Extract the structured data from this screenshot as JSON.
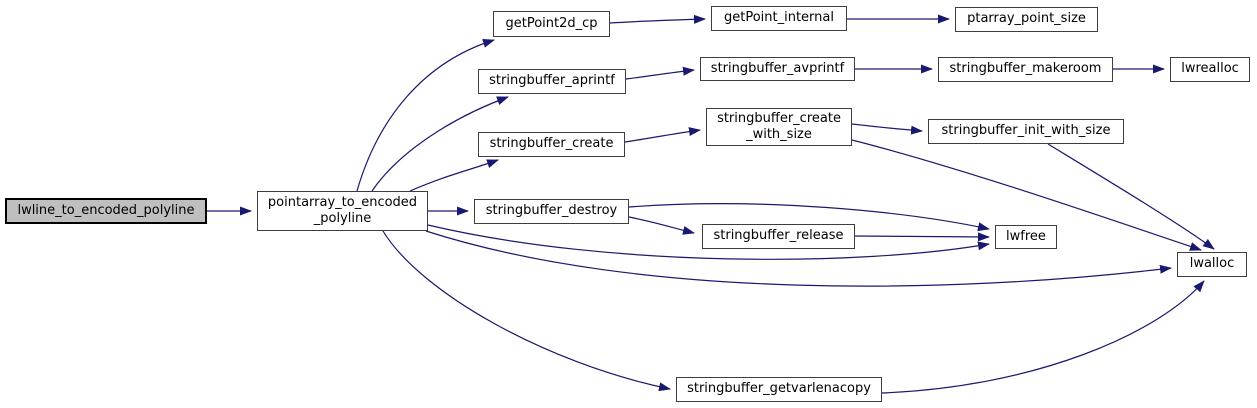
{
  "diagram": {
    "type": "call-graph",
    "colors": {
      "edge": "#191970",
      "node_fill": "#ffffff",
      "node_border": "#3d3d3d",
      "highlight_fill": "#bfbfbf",
      "highlight_border": "#000000",
      "text": "#000000",
      "background": "#ffffff"
    },
    "nodes": {
      "lwline_to_encoded_polyline": {
        "label": "lwline_to_encoded_polyline",
        "highlighted": true
      },
      "pointarray_to_encoded_polyline": {
        "label": "pointarray_to_encoded\n_polyline",
        "highlighted": false
      },
      "getPoint2d_cp": {
        "label": "getPoint2d_cp",
        "highlighted": false
      },
      "getPoint_internal": {
        "label": "getPoint_internal",
        "highlighted": false
      },
      "ptarray_point_size": {
        "label": "ptarray_point_size",
        "highlighted": false
      },
      "stringbuffer_aprintf": {
        "label": "stringbuffer_aprintf",
        "highlighted": false
      },
      "stringbuffer_avprintf": {
        "label": "stringbuffer_avprintf",
        "highlighted": false
      },
      "stringbuffer_makeroom": {
        "label": "stringbuffer_makeroom",
        "highlighted": false
      },
      "lwrealloc": {
        "label": "lwrealloc",
        "highlighted": false
      },
      "stringbuffer_create": {
        "label": "stringbuffer_create",
        "highlighted": false
      },
      "stringbuffer_create_with_size": {
        "label": "stringbuffer_create\n_with_size",
        "highlighted": false
      },
      "stringbuffer_init_with_size": {
        "label": "stringbuffer_init_with_size",
        "highlighted": false
      },
      "stringbuffer_destroy": {
        "label": "stringbuffer_destroy",
        "highlighted": false
      },
      "stringbuffer_release": {
        "label": "stringbuffer_release",
        "highlighted": false
      },
      "lwfree": {
        "label": "lwfree",
        "highlighted": false
      },
      "lwalloc": {
        "label": "lwalloc",
        "highlighted": false
      },
      "stringbuffer_getvarlenacopy": {
        "label": "stringbuffer_getvarlenacopy",
        "highlighted": false
      }
    },
    "edges": [
      {
        "from": "lwline_to_encoded_polyline",
        "to": "pointarray_to_encoded_polyline"
      },
      {
        "from": "pointarray_to_encoded_polyline",
        "to": "getPoint2d_cp"
      },
      {
        "from": "getPoint2d_cp",
        "to": "getPoint_internal"
      },
      {
        "from": "getPoint_internal",
        "to": "ptarray_point_size"
      },
      {
        "from": "pointarray_to_encoded_polyline",
        "to": "stringbuffer_aprintf"
      },
      {
        "from": "stringbuffer_aprintf",
        "to": "stringbuffer_avprintf"
      },
      {
        "from": "stringbuffer_avprintf",
        "to": "stringbuffer_makeroom"
      },
      {
        "from": "stringbuffer_makeroom",
        "to": "lwrealloc"
      },
      {
        "from": "pointarray_to_encoded_polyline",
        "to": "stringbuffer_create"
      },
      {
        "from": "stringbuffer_create",
        "to": "stringbuffer_create_with_size"
      },
      {
        "from": "stringbuffer_create_with_size",
        "to": "stringbuffer_init_with_size"
      },
      {
        "from": "stringbuffer_create_with_size",
        "to": "lwalloc"
      },
      {
        "from": "stringbuffer_init_with_size",
        "to": "lwalloc"
      },
      {
        "from": "pointarray_to_encoded_polyline",
        "to": "stringbuffer_destroy"
      },
      {
        "from": "stringbuffer_destroy",
        "to": "stringbuffer_release"
      },
      {
        "from": "stringbuffer_destroy",
        "to": "lwfree"
      },
      {
        "from": "stringbuffer_release",
        "to": "lwfree"
      },
      {
        "from": "pointarray_to_encoded_polyline",
        "to": "lwfree"
      },
      {
        "from": "pointarray_to_encoded_polyline",
        "to": "lwalloc"
      },
      {
        "from": "pointarray_to_encoded_polyline",
        "to": "stringbuffer_getvarlenacopy"
      },
      {
        "from": "stringbuffer_getvarlenacopy",
        "to": "lwalloc"
      }
    ]
  }
}
